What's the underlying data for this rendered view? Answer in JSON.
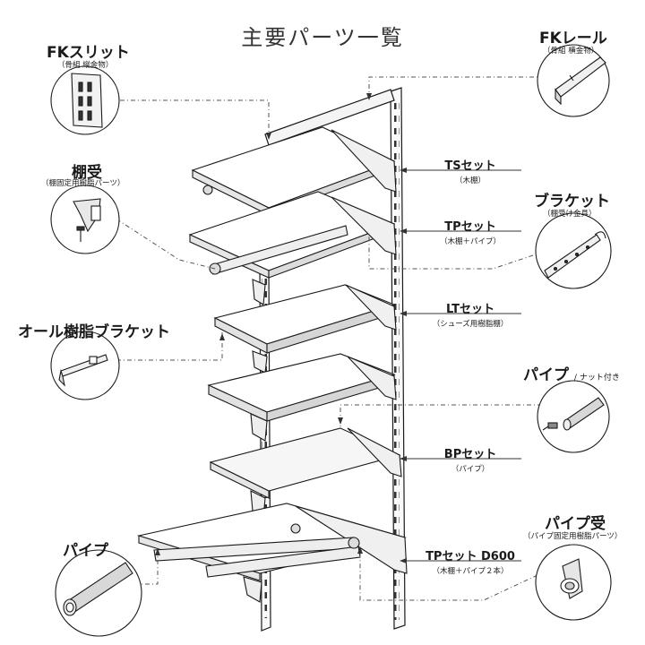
{
  "title": "主要パーツ一覧",
  "callouts": {
    "fk_slit": {
      "label": "FKスリット",
      "sub": "（骨組 縦金物）"
    },
    "fk_rail": {
      "label": "FKレール",
      "sub": "（骨組 横金物）"
    },
    "tanauke": {
      "label": "棚受",
      "sub": "（棚固定用樹脂パーツ）"
    },
    "bracket": {
      "label": "ブラケット",
      "sub": "（棚受け金具）"
    },
    "all_resin": {
      "label": "オール樹脂ブラケット"
    },
    "pipe_nut": {
      "label": "パイプ",
      "extra": "/ ナット付き"
    },
    "pipe": {
      "label": "パイプ"
    },
    "pipe_uke": {
      "label": "パイプ受",
      "sub": "（パイプ固定用樹脂パーツ）"
    }
  },
  "parts": [
    {
      "name": "TSセット",
      "sub": "（木棚）"
    },
    {
      "name": "TPセット",
      "sub": "（木棚＋パイプ）"
    },
    {
      "name": "LTセット",
      "sub": "（シューズ用樹脂棚）"
    },
    {
      "name": "BPセット",
      "sub": "（パイプ）"
    },
    {
      "name": "TPセット D600",
      "sub": "（木棚＋パイプ２本）"
    }
  ],
  "colors": {
    "line": "#1a1a1a",
    "leader": "#555555",
    "metal": "#e8e8e8"
  }
}
